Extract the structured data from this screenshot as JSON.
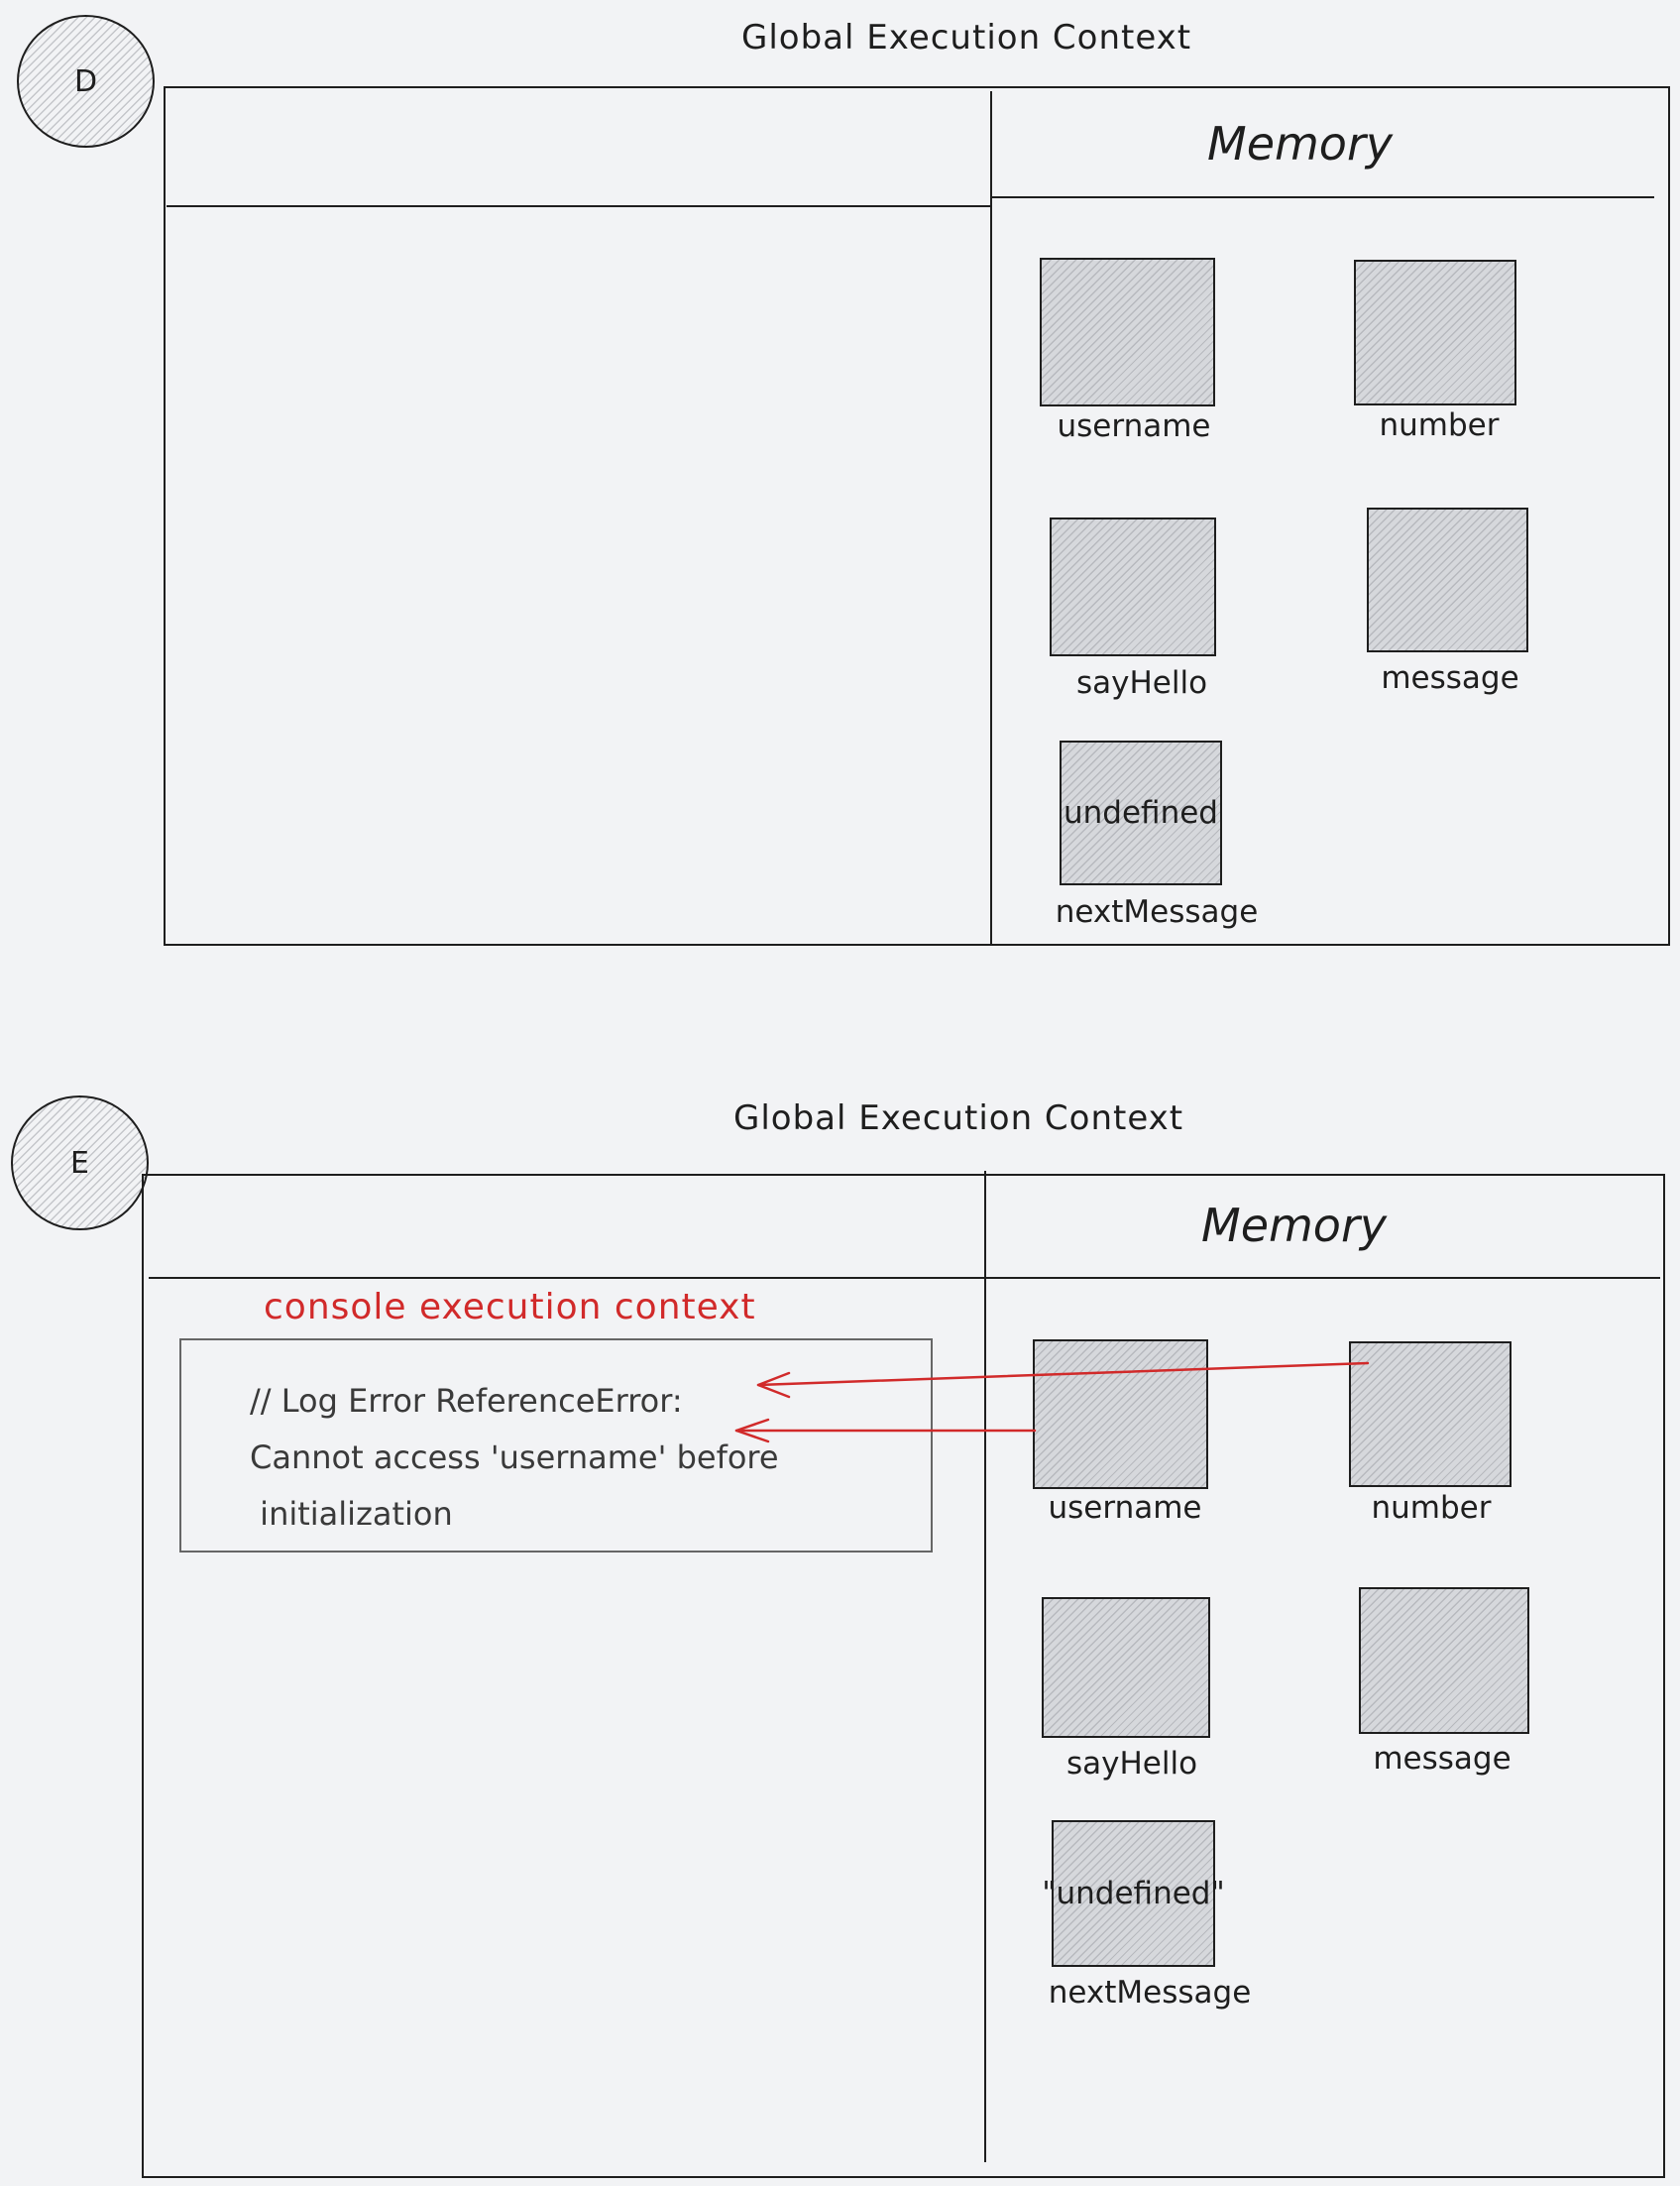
{
  "panels": [
    {
      "badge": "D",
      "title": "Global Execution Context",
      "memory_title": "Memory",
      "variables": [
        {
          "name": "username",
          "value": ""
        },
        {
          "name": "number",
          "value": ""
        },
        {
          "name": "sayHello",
          "value": ""
        },
        {
          "name": "message",
          "value": ""
        },
        {
          "name": "nextMessage",
          "value": "undefined"
        }
      ]
    },
    {
      "badge": "E",
      "title": "Global Execution Context",
      "memory_title": "Memory",
      "console_label": "console execution context",
      "console_lines": [
        "// Log Error ReferenceError:",
        "Cannot access 'username' before",
        " initialization"
      ],
      "variables": [
        {
          "name": "username",
          "value": ""
        },
        {
          "name": "number",
          "value": ""
        },
        {
          "name": "sayHello",
          "value": ""
        },
        {
          "name": "message",
          "value": ""
        },
        {
          "name": "nextMessage",
          "value": "\"undefined\""
        }
      ]
    }
  ],
  "colors": {
    "ink": "#1e1e1e",
    "accent_red": "#d12a2a",
    "background": "#f2f3f5"
  }
}
